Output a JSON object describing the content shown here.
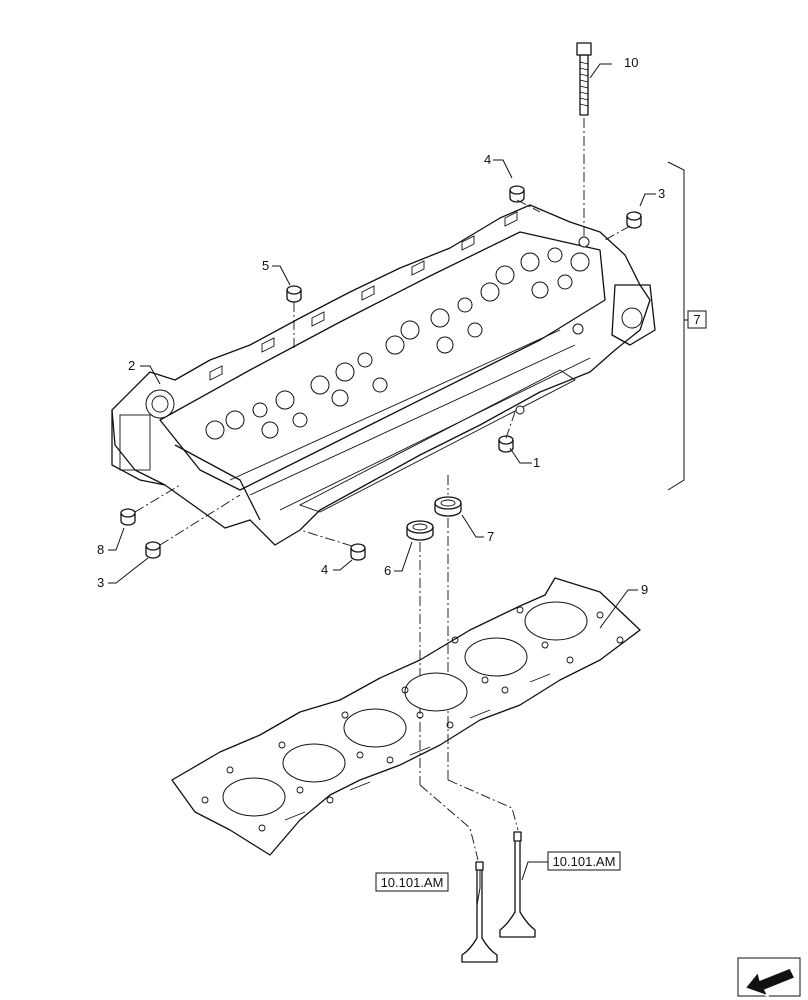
{
  "callouts": [
    {
      "id": "c10",
      "text": "10"
    },
    {
      "id": "c4a",
      "text": "4"
    },
    {
      "id": "c3a",
      "text": "3"
    },
    {
      "id": "c5",
      "text": "5"
    },
    {
      "id": "c2",
      "text": "2"
    },
    {
      "id": "c1",
      "text": "1"
    },
    {
      "id": "c8",
      "text": "8"
    },
    {
      "id": "c3b",
      "text": "3"
    },
    {
      "id": "c4b",
      "text": "4"
    },
    {
      "id": "c6",
      "text": "6"
    },
    {
      "id": "c7a",
      "text": "7"
    },
    {
      "id": "c7b",
      "text": "7"
    },
    {
      "id": "c9",
      "text": "9"
    }
  ],
  "references": {
    "left_valve": "10.101.AM",
    "right_valve": "10.101.AM"
  },
  "icons": {
    "nav": "previous-page-arrow-icon"
  }
}
